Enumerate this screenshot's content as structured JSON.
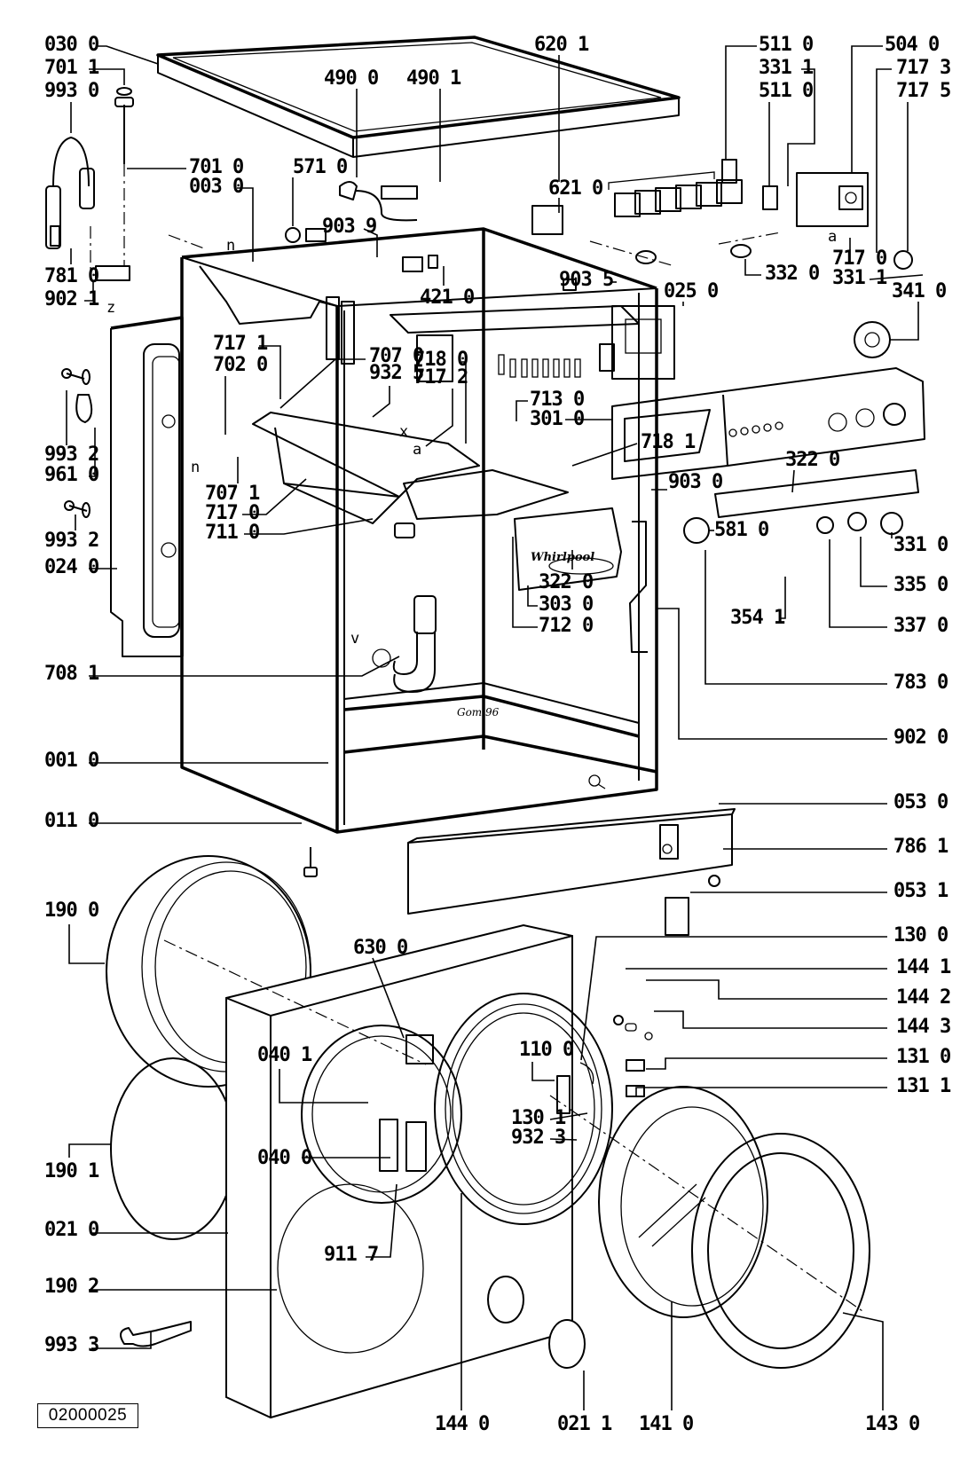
{
  "diagram": {
    "title": "Washing machine exploded parts view",
    "drawing_number": "02000025",
    "brand_text": "Whirlpool",
    "stamp_text": "Gom.96",
    "markers": [
      "n",
      "n",
      "z",
      "x",
      "a",
      "a",
      "v"
    ]
  },
  "labels": [
    {
      "id": "030-0",
      "text": "030 0",
      "part": "top-cover"
    },
    {
      "id": "701-1",
      "text": "701 1",
      "part": "cap"
    },
    {
      "id": "993-0",
      "text": "993 0",
      "part": "transport-brace"
    },
    {
      "id": "701-0",
      "text": "701 0",
      "part": "rod"
    },
    {
      "id": "003-0",
      "text": "003 0",
      "part": "rear-panel"
    },
    {
      "id": "571-0",
      "text": "571 0",
      "part": "inlet-valve"
    },
    {
      "id": "490-0",
      "text": "490 0",
      "part": "power-cord"
    },
    {
      "id": "490-1",
      "text": "490 1",
      "part": "filter"
    },
    {
      "id": "903-9",
      "text": "903 9",
      "part": "clip"
    },
    {
      "id": "421-0",
      "text": "421 0",
      "part": "relay"
    },
    {
      "id": "620-1",
      "text": "620 1",
      "part": "switch-block"
    },
    {
      "id": "621-0",
      "text": "621 0",
      "part": "switch"
    },
    {
      "id": "511-0-a",
      "text": "511 0",
      "part": "lamp"
    },
    {
      "id": "331-1-a",
      "text": "331 1",
      "part": "knob-fastener"
    },
    {
      "id": "511-0-b",
      "text": "511 0",
      "part": "lamp"
    },
    {
      "id": "504-0",
      "text": "504 0",
      "part": "timer"
    },
    {
      "id": "717-3",
      "text": "717 3",
      "part": "bracket"
    },
    {
      "id": "717-5",
      "text": "717 5",
      "part": "dial"
    },
    {
      "id": "332-0",
      "text": "332 0",
      "part": "spacer"
    },
    {
      "id": "717-0-a",
      "text": "717 0",
      "part": "timer-bracket"
    },
    {
      "id": "331-1-b",
      "text": "331 1",
      "part": "fastener"
    },
    {
      "id": "903-5",
      "text": "903 5",
      "part": "clip"
    },
    {
      "id": "025-0",
      "text": "025 0",
      "part": "control-board-support"
    },
    {
      "id": "341-0",
      "text": "341 0",
      "part": "dial-disc"
    },
    {
      "id": "781-0",
      "text": "781 0",
      "part": "spring"
    },
    {
      "id": "902-1",
      "text": "902 1",
      "part": "holder"
    },
    {
      "id": "717-1",
      "text": "717 1",
      "part": "hose-clamp"
    },
    {
      "id": "702-0",
      "text": "702 0",
      "part": "connector"
    },
    {
      "id": "707-0",
      "text": "707 0",
      "part": "hose"
    },
    {
      "id": "932-5",
      "text": "932 5",
      "part": "spring"
    },
    {
      "id": "718-0",
      "text": "718 0",
      "part": "bracket"
    },
    {
      "id": "717-2",
      "text": "717 2",
      "part": "clamp"
    },
    {
      "id": "993-2-a",
      "text": "993 2",
      "part": "bolt"
    },
    {
      "id": "961-0",
      "text": "961 0",
      "part": "gasket"
    },
    {
      "id": "707-1",
      "text": "707 1",
      "part": "nozzle"
    },
    {
      "id": "717-0-b",
      "text": "717 0",
      "part": "clamp"
    },
    {
      "id": "711-0",
      "text": "711 0",
      "part": "dispenser-housing"
    },
    {
      "id": "993-2-b",
      "text": "993 2",
      "part": "bolt"
    },
    {
      "id": "024-0",
      "text": "024 0",
      "part": "side-panel"
    },
    {
      "id": "713-0",
      "text": "713 0",
      "part": "siphon"
    },
    {
      "id": "301-0",
      "text": "301 0",
      "part": "control-panel"
    },
    {
      "id": "718-1",
      "text": "718 1",
      "part": "guide"
    },
    {
      "id": "903-0",
      "text": "903 0",
      "part": "clip"
    },
    {
      "id": "322-0-a",
      "text": "322 0",
      "part": "panel-strip"
    },
    {
      "id": "581-0",
      "text": "581 0",
      "part": "pressure-switch"
    },
    {
      "id": "331-0",
      "text": "331 0",
      "part": "knob"
    },
    {
      "id": "335-0",
      "text": "335 0",
      "part": "knob"
    },
    {
      "id": "337-0",
      "text": "337 0",
      "part": "knob"
    },
    {
      "id": "354-1",
      "text": "354 1",
      "part": "cable"
    },
    {
      "id": "322-0-b",
      "text": "322 0",
      "part": "drawer-label"
    },
    {
      "id": "303-0",
      "text": "303 0",
      "part": "drawer-front"
    },
    {
      "id": "712-0",
      "text": "712 0",
      "part": "detergent-drawer"
    },
    {
      "id": "708-1",
      "text": "708 1",
      "part": "bellows-hose"
    },
    {
      "id": "783-0",
      "text": "783 0",
      "part": "hose"
    },
    {
      "id": "902-0",
      "text": "902 0",
      "part": "holder"
    },
    {
      "id": "001-0",
      "text": "001 0",
      "part": "cabinet"
    },
    {
      "id": "011-0",
      "text": "011 0",
      "part": "foot"
    },
    {
      "id": "053-0",
      "text": "053 0",
      "part": "plinth"
    },
    {
      "id": "786-1",
      "text": "786 1",
      "part": "plug"
    },
    {
      "id": "053-1",
      "text": "053 1",
      "part": "flap"
    },
    {
      "id": "190-0",
      "text": "190 0",
      "part": "door-seal"
    },
    {
      "id": "630-0",
      "text": "630 0",
      "part": "door-lock"
    },
    {
      "id": "130-0",
      "text": "130 0",
      "part": "hinge"
    },
    {
      "id": "144-1",
      "text": "144 1",
      "part": "pin"
    },
    {
      "id": "144-2",
      "text": "144 2",
      "part": "spring"
    },
    {
      "id": "144-3",
      "text": "144 3",
      "part": "washer"
    },
    {
      "id": "131-0",
      "text": "131 0",
      "part": "hinge-plate"
    },
    {
      "id": "131-1",
      "text": "131 1",
      "part": "hinge-plate"
    },
    {
      "id": "040-1",
      "text": "040 1",
      "part": "strap"
    },
    {
      "id": "110-0",
      "text": "110 0",
      "part": "handle"
    },
    {
      "id": "130-1",
      "text": "130 1",
      "part": "pin"
    },
    {
      "id": "932-3",
      "text": "932 3",
      "part": "screw"
    },
    {
      "id": "190-1",
      "text": "190 1",
      "part": "ring"
    },
    {
      "id": "040-0",
      "text": "040 0",
      "part": "strap"
    },
    {
      "id": "021-0",
      "text": "021 0",
      "part": "front-panel"
    },
    {
      "id": "911-7",
      "text": "911 7",
      "part": "spring"
    },
    {
      "id": "190-2",
      "text": "190 2",
      "part": "ring"
    },
    {
      "id": "993-3",
      "text": "993 3",
      "part": "wrench"
    },
    {
      "id": "144-0",
      "text": "144 0",
      "part": "door-frame"
    },
    {
      "id": "021-1",
      "text": "021 1",
      "part": "cover-cap"
    },
    {
      "id": "141-0",
      "text": "141 0",
      "part": "door-glass"
    },
    {
      "id": "143-0",
      "text": "143 0",
      "part": "door-ring"
    }
  ]
}
